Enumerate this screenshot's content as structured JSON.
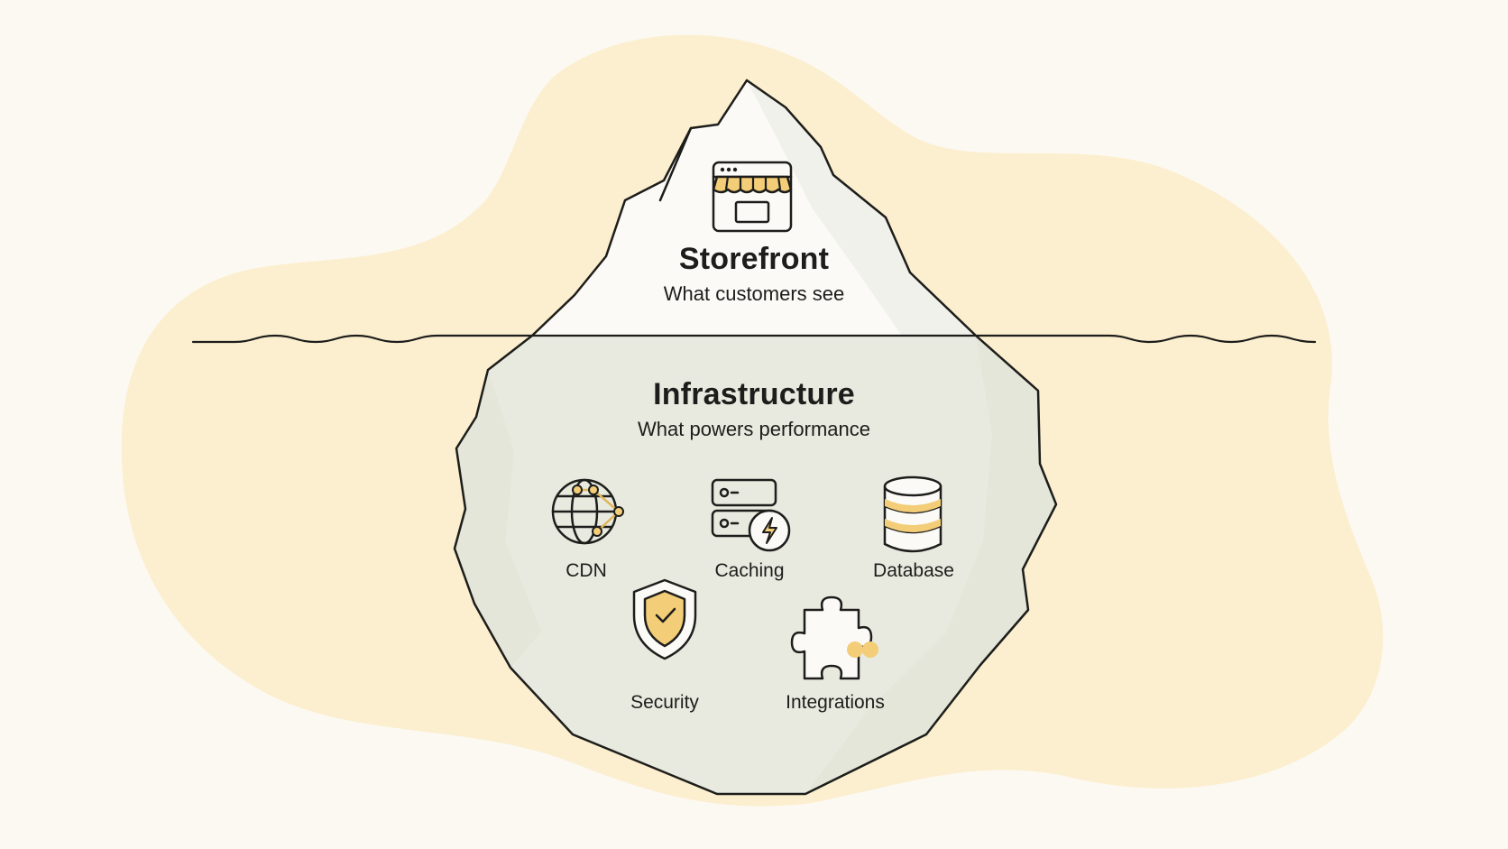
{
  "colors": {
    "background": "#fcf9f3",
    "blob": "#fcefcf",
    "berg_top": "#fbfaf6",
    "berg_bottom": "#e8eadf",
    "outline": "#1d1d1b",
    "accent": "#f3cd77"
  },
  "tip": {
    "title": "Storefront",
    "subtitle": "What customers see",
    "icon": "storefront-icon"
  },
  "base": {
    "title": "Infrastructure",
    "subtitle": "What powers performance"
  },
  "components": [
    {
      "label": "CDN",
      "icon": "globe-network-icon"
    },
    {
      "label": "Caching",
      "icon": "server-lightning-icon"
    },
    {
      "label": "Database",
      "icon": "database-icon"
    },
    {
      "label": "Security",
      "icon": "shield-check-icon"
    },
    {
      "label": "Integrations",
      "icon": "puzzle-piece-icon"
    }
  ]
}
